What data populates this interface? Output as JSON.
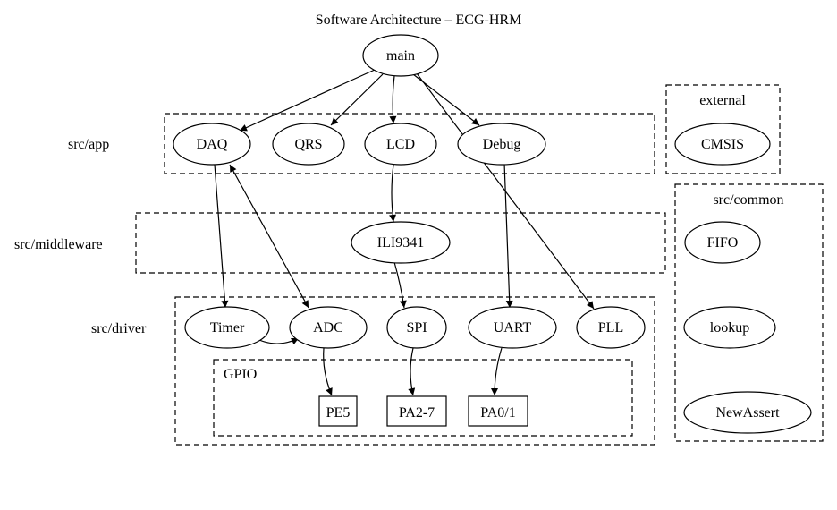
{
  "title": "Software Architecture – ECG-HRM",
  "clusters": {
    "app": "src/app",
    "middleware": "src/middleware",
    "driver": "src/driver",
    "gpio": "GPIO",
    "external": "external",
    "common": "src/common"
  },
  "nodes": {
    "main": "main",
    "daq": "DAQ",
    "qrs": "QRS",
    "lcd": "LCD",
    "debug": "Debug",
    "cmsis": "CMSIS",
    "ili9341": "ILI9341",
    "fifo": "FIFO",
    "timer": "Timer",
    "adc": "ADC",
    "spi": "SPI",
    "uart": "UART",
    "pll": "PLL",
    "lookup": "lookup",
    "pe5": "PE5",
    "pa27": "PA2-7",
    "pa01": "PA0/1",
    "newassert": "NewAssert"
  },
  "edges": [
    {
      "from": "main",
      "to": "DAQ"
    },
    {
      "from": "main",
      "to": "QRS"
    },
    {
      "from": "main",
      "to": "LCD"
    },
    {
      "from": "main",
      "to": "Debug"
    },
    {
      "from": "main",
      "to": "PLL"
    },
    {
      "from": "DAQ",
      "to": "Timer"
    },
    {
      "from": "DAQ",
      "to": "ADC",
      "bidirectional": true
    },
    {
      "from": "LCD",
      "to": "ILI9341"
    },
    {
      "from": "ILI9341",
      "to": "SPI"
    },
    {
      "from": "Debug",
      "to": "UART"
    },
    {
      "from": "Timer",
      "to": "ADC"
    },
    {
      "from": "ADC",
      "to": "PE5"
    },
    {
      "from": "SPI",
      "to": "PA2-7"
    },
    {
      "from": "UART",
      "to": "PA0/1"
    }
  ]
}
